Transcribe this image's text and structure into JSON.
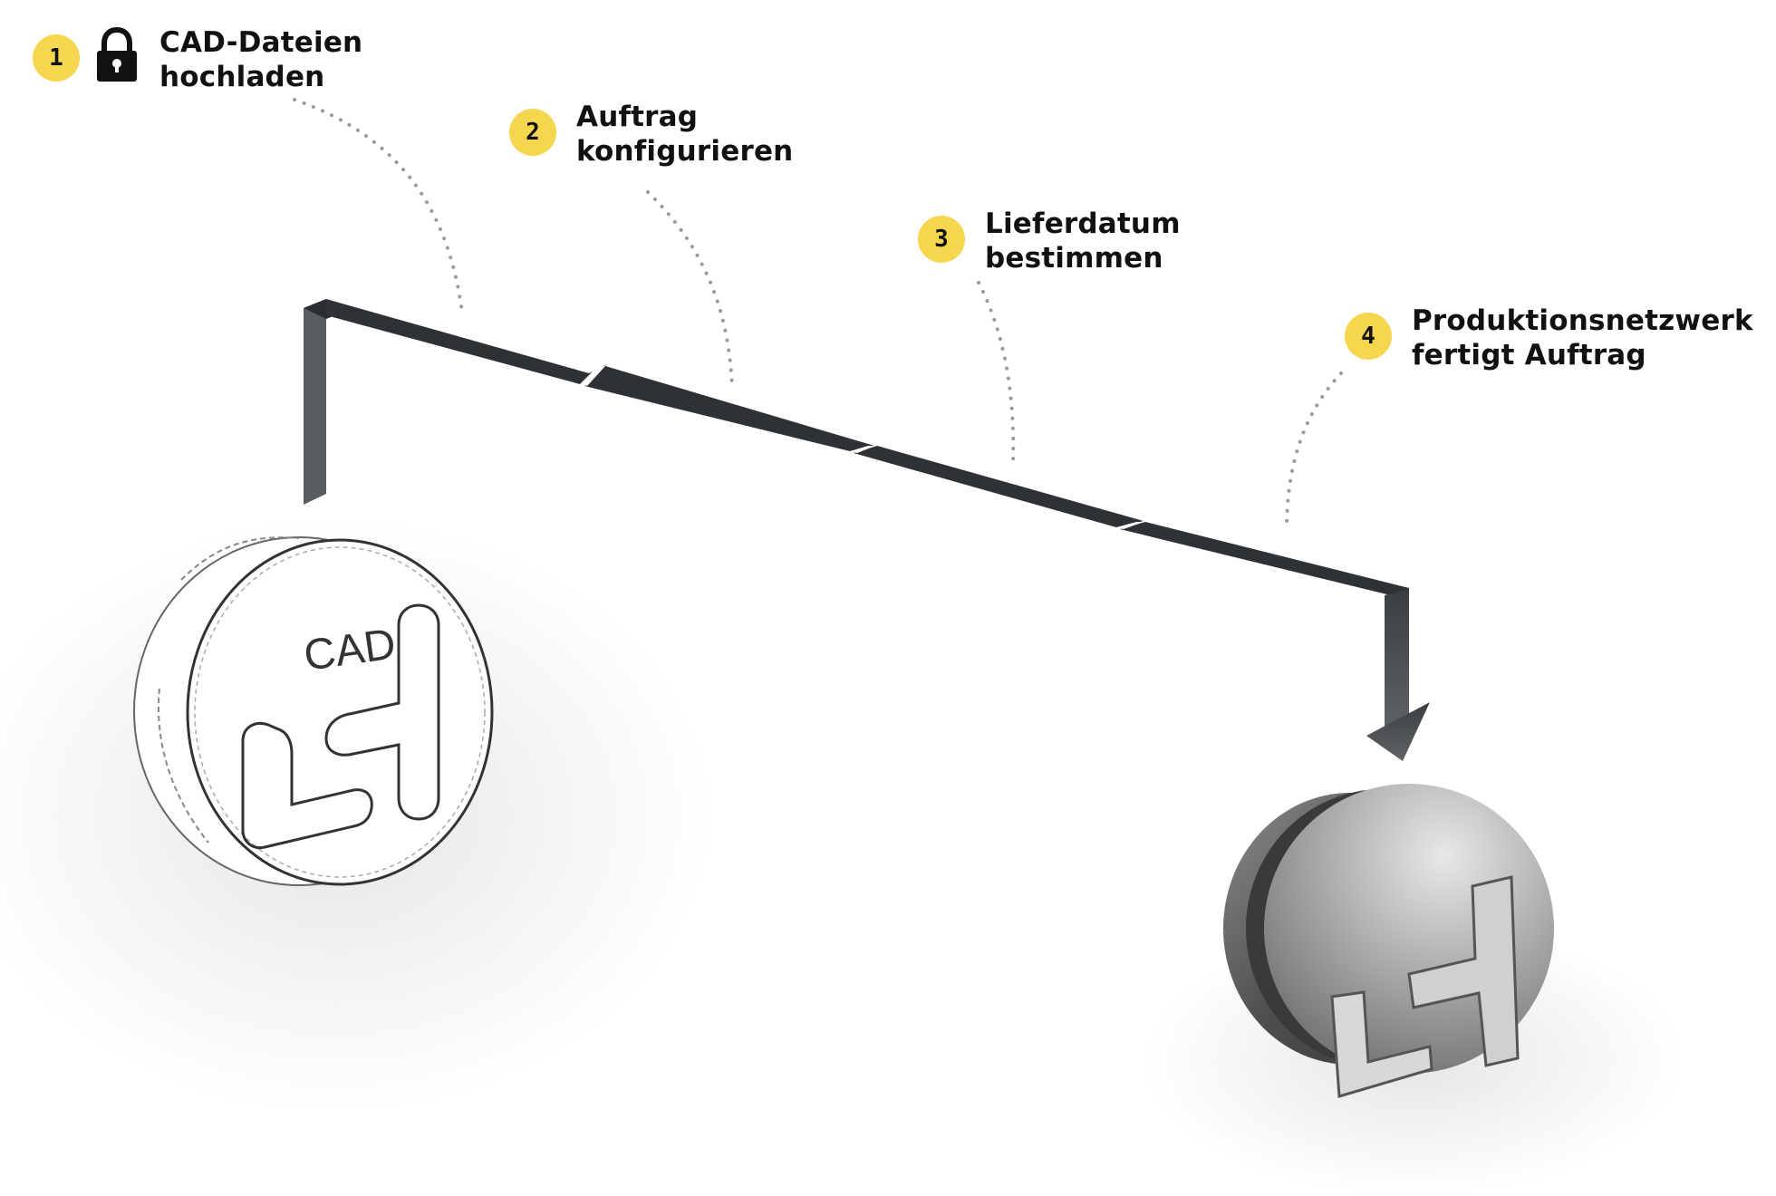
{
  "colors": {
    "badge": "#F5D64E",
    "path": "#2E3135",
    "dots": "#9A9A9A",
    "arrow": "#55595D"
  },
  "steps": [
    {
      "number": "1",
      "line1": "CAD-Dateien",
      "line2": "hochladen",
      "icon": "lock-icon"
    },
    {
      "number": "2",
      "line1": "Auftrag",
      "line2": "konfigurieren"
    },
    {
      "number": "3",
      "line1": "Lieferdatum",
      "line2": "bestimmen"
    },
    {
      "number": "4",
      "line1": "Produktionsnetzwerk",
      "line2": "fertigt Auftrag"
    }
  ],
  "cad_part": {
    "label": "CAD"
  }
}
